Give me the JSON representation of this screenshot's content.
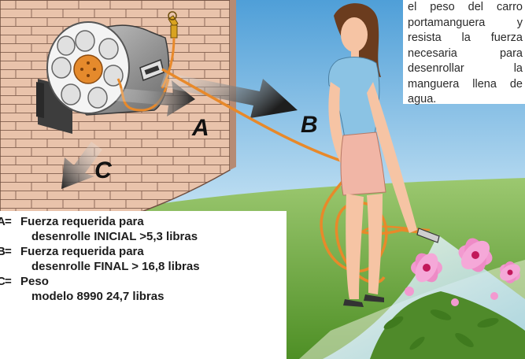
{
  "paragraph": "el peso del carro portamanguera y resista la fuerza necesaria para desenrollar la manguera llena de agua.",
  "arrow_labels": {
    "a": "A",
    "b": "B",
    "c": "C"
  },
  "legend": {
    "equals": "=",
    "entries": [
      {
        "key": "A",
        "title": "Fuerza requerida para",
        "detail": "desenrolle INICIAL >5,3 libras"
      },
      {
        "key": "B",
        "title": "Fuerza requerida para",
        "detail": "desenrolle FINAL > 16,8 libras"
      },
      {
        "key": "C",
        "title": "Peso",
        "detail": "modelo 8990 24,7 libras"
      }
    ]
  },
  "colors": {
    "sky": "#87c3ea",
    "lawn": "#6fa83a",
    "brick": "#e7c0a8",
    "reel_gray": "#8c8c8c",
    "hose_orange": "#e8892a",
    "shirt": "#8bc3e4",
    "shorts": "#f1b6a6",
    "flower": "#f29ad0"
  }
}
